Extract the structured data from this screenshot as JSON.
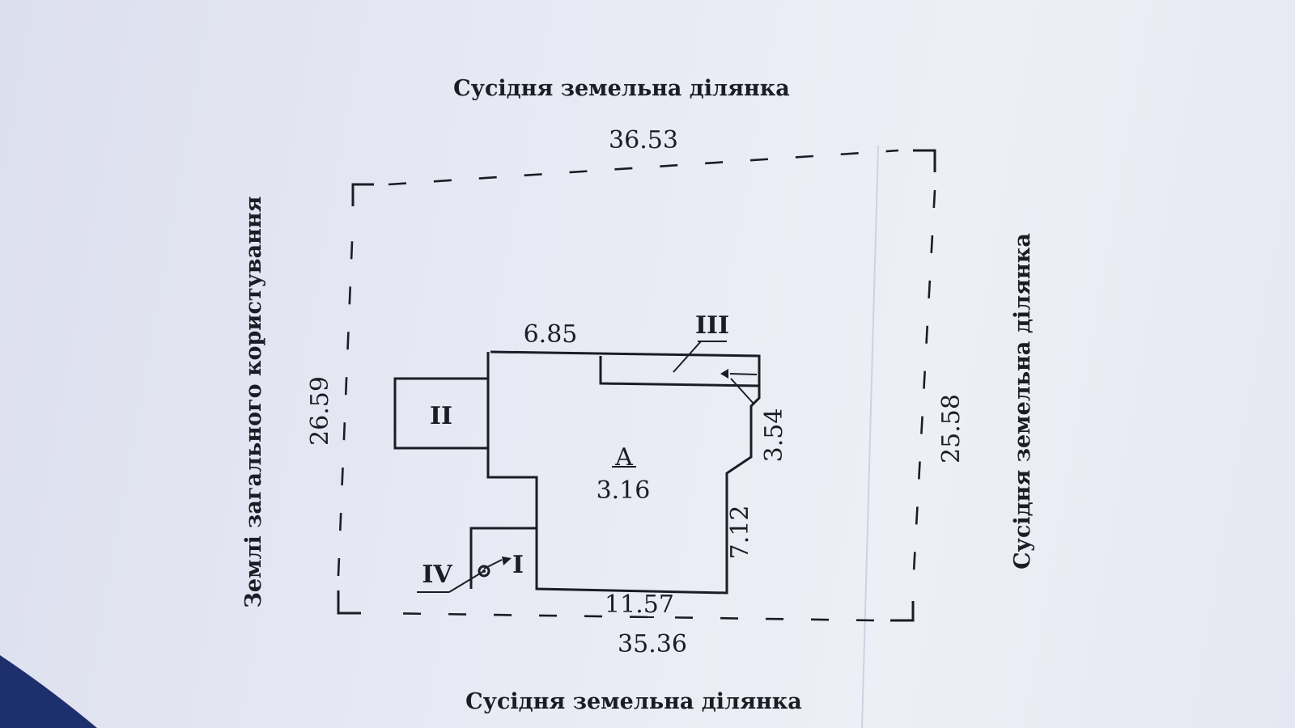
{
  "neighbors": {
    "top": "Сусідня земельна ділянка",
    "bottom": "Сусідня земельна ділянка",
    "right": "Сусідня земельна ділянка",
    "left": "Землі загального користування"
  },
  "plot_dimensions": {
    "top": "36.53",
    "bottom": "35.36",
    "left": "26.59",
    "right": "25.58"
  },
  "building": {
    "label": "А",
    "area": "3.16",
    "dimensions": {
      "top": "6.85",
      "bottom": "11.57",
      "right_upper": "3.54",
      "right_lower": "7.12"
    }
  },
  "annexes": {
    "one": "I",
    "two": "II",
    "three": "III",
    "four": "IV"
  },
  "colors": {
    "paper": "#e8e9f4",
    "ink": "#1c1c24",
    "corner_shadow": "#1e2f6e"
  }
}
